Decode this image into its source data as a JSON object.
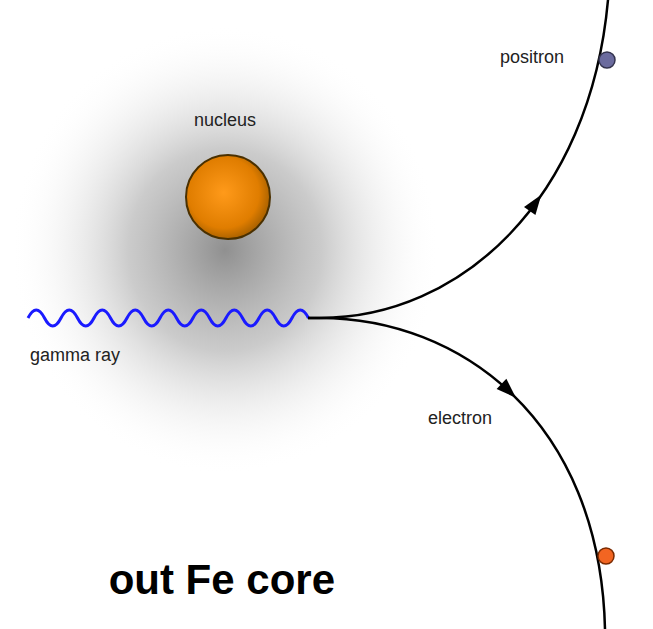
{
  "diagram": {
    "labels": [
      "positron",
      "nucleus",
      "gamma ray",
      "electron",
      "out Fe core"
    ]
  }
}
